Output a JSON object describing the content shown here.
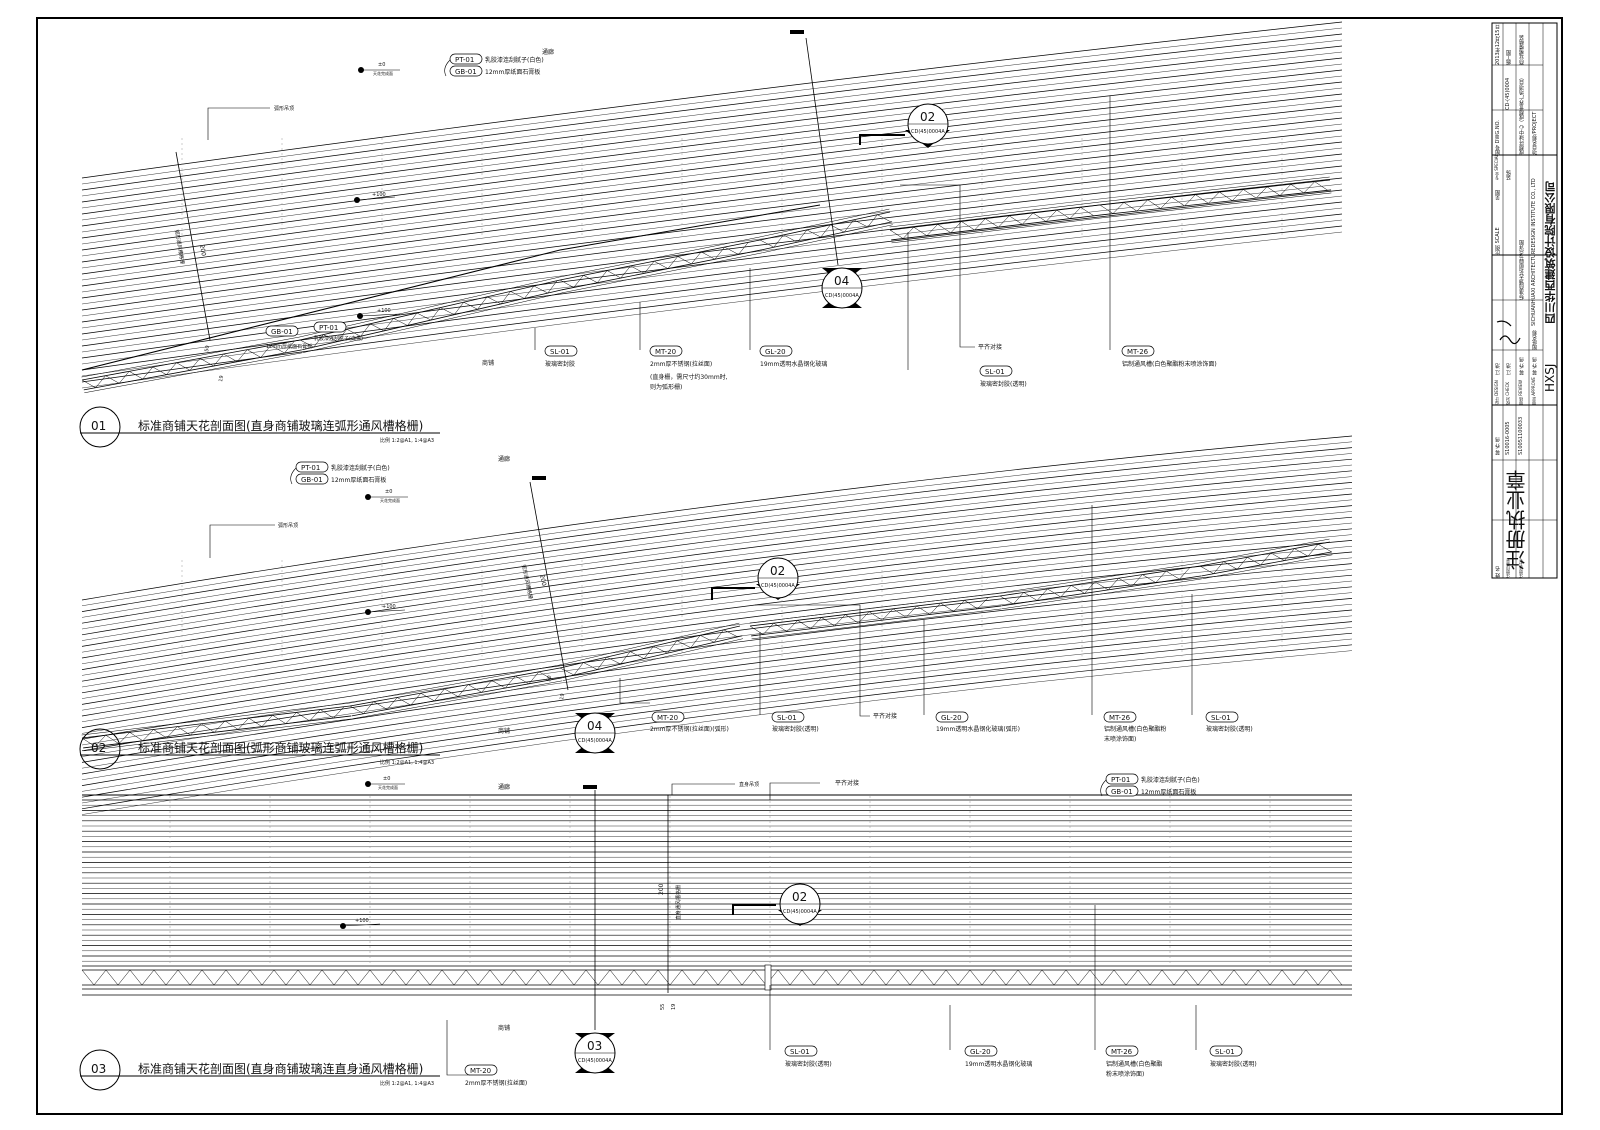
{
  "title_block": {
    "company_abbr": "HXSJ",
    "company_cn": "四川华西建筑设计院有限公司",
    "company_en": "SICHUANHUAXI ARCHITECTUREDESIGN INSTITUTE CO., LTD",
    "stamp_title": "注册执业章",
    "project_label": "项目名称/PROJECT",
    "project_name": "成都环球中心（成都世界广场项目）",
    "sub_project": "商业裙楼精装",
    "drawing_name_label": "图纸名称",
    "drawing_name": "标准商铺天花剖面节点详图",
    "roles": [
      "设计 DESIGN",
      "校对 CHECK",
      "审核 REVIEW",
      "审定 APPROVE"
    ],
    "role_values": [
      "江 浩",
      "江 浩",
      "蒋 乔 伟",
      "蒋 乔 伟"
    ],
    "reg_rows": [
      "姓 名",
      "注册印章号",
      "注册证书号"
    ],
    "reg_values": [
      "蒋 乔 伟",
      "S10016-0005",
      "S10051100033"
    ],
    "scale_label": "比例 SCALE",
    "scale_value": "见图",
    "spec_label": "专业 SPECIALTY",
    "spec_value": "装饰",
    "drawing_no_label": "图号 DWG.NO.",
    "drawing_no": "CD-(45)0004",
    "date_label": "日期 DATE",
    "date_value": "2013年12月15日",
    "stage_value": "施工图"
  },
  "sections": [
    {
      "number": "01",
      "title": "标准商铺天花剖面图(直身商铺玻璃连弧形通风槽格栅)",
      "scale": "比例 1:2@A1, 1:4@A3",
      "labels": {
        "corridor": "通廊",
        "shop": "商铺",
        "curved_ceiling": "弧形吊顶",
        "vent_groove": "弧形通风槽格栅",
        "dim_200": "200",
        "dim_50": "50",
        "dim_19": "19",
        "level_0": "±0",
        "level_0_note": "天花完成面",
        "level_100a": "+100",
        "level_100b": "+100",
        "flush": "平齐对接"
      },
      "tags": {
        "pt01_top": "PT-01",
        "pt01_top_desc": "乳胶漆连刮腻子(白色)",
        "gb01_top": "GB-01",
        "gb01_top_desc": "12mm厚纸面石膏板",
        "gb01_bot": "GB-01",
        "pt01_bot": "PT-01",
        "pt01_bot_desc": "乳胶漆连刮腻子(白色)",
        "gb01_bot_desc": "12mm厚纸面石膏板",
        "sl01": "SL-01",
        "sl01_desc": "玻璃密封胶",
        "mt20": "MT-20",
        "mt20_desc": "2mm厚不锈钢(拉丝面)",
        "mt20_note1": "(直身栅，需尺寸约30mm时,",
        "mt20_note2": "则为弧形栅)",
        "gl20": "GL-20",
        "gl20_desc": "19mm透明水晶钢化玻璃",
        "sl01b": "SL-01",
        "sl01b_desc": "玻璃密封胶(透明)",
        "mt26": "MT-26",
        "mt26_desc": "铝制通风槽(白色聚酯粉末喷涂饰面)"
      },
      "callouts": [
        {
          "num": "02",
          "ref": "CD(45)0004A"
        },
        {
          "num": "04",
          "ref": "CD(45)0004A"
        }
      ]
    },
    {
      "number": "02",
      "title": "标准商铺天花剖面图(弧形商铺玻璃连弧形通风槽格栅)",
      "scale": "比例 1:2@A1, 1:4@A3",
      "labels": {
        "corridor": "通廊",
        "shop": "商铺",
        "curved_ceiling": "弧形吊顶",
        "vent_groove": "弧形通风槽格栅",
        "dim_200": "200",
        "dim_50": "50",
        "dim_19": "19",
        "level_0": "±0",
        "level_0_note": "天花完成面",
        "level_100": "+100",
        "flush": "平齐对接"
      },
      "tags": {
        "pt01": "PT-01",
        "pt01_desc": "乳胶漆连刮腻子(白色)",
        "gb01": "GB-01",
        "gb01_desc": "12mm厚纸面石膏板",
        "mt20": "MT-20",
        "mt20_desc": "2mm厚不锈钢(拉丝面)(弧形)",
        "sl01": "SL-01",
        "sl01_desc": "玻璃密封胶(透明)",
        "gl20": "GL-20",
        "gl20_desc": "19mm透明水晶钢化玻璃(弧形)",
        "mt26": "MT-26",
        "mt26_desc1": "铝制通风槽(白色聚酯粉",
        "mt26_desc2": "末喷涂饰面)",
        "sl01b": "SL-01",
        "sl01b_desc": "玻璃密封胶(透明)"
      },
      "callouts": [
        {
          "num": "02",
          "ref": "CD(45)0004A"
        },
        {
          "num": "04",
          "ref": "CD(45)0004A"
        }
      ]
    },
    {
      "number": "03",
      "title": "标准商铺天花剖面图(直身商铺玻璃连直身通风槽格栅)",
      "scale": "比例 1:2@A1, 1:4@A3",
      "labels": {
        "corridor": "通廊",
        "shop": "商铺",
        "straight_ceiling": "直身吊顶",
        "vent_groove": "直身通风槽格栅",
        "flush": "平齐对接",
        "dim_200": "200",
        "dim_55": "55",
        "dim_19": "19",
        "level_0": "±0",
        "level_0_note": "天花完成面",
        "level_100": "+100"
      },
      "tags": {
        "pt01": "PT-01",
        "pt01_desc": "乳胶漆连刮腻子(白色)",
        "gb01": "GB-01",
        "gb01_desc": "12mm厚纸面石膏板",
        "mt20": "MT-20",
        "mt20_desc": "2mm厚不锈钢(拉丝面)",
        "sl01": "SL-01",
        "sl01_desc": "玻璃密封胶(透明)",
        "gl20": "GL-20",
        "gl20_desc": "19mm透明水晶钢化玻璃",
        "mt26": "MT-26",
        "mt26_desc1": "铝制通风槽(白色聚酯",
        "mt26_desc2": "粉末喷涂饰面)",
        "sl01b": "SL-01",
        "sl01b_desc": "玻璃密封胶(透明)"
      },
      "callouts": [
        {
          "num": "02",
          "ref": "CD(45)0004A"
        },
        {
          "num": "03",
          "ref": "CD(45)0004A"
        }
      ]
    }
  ]
}
